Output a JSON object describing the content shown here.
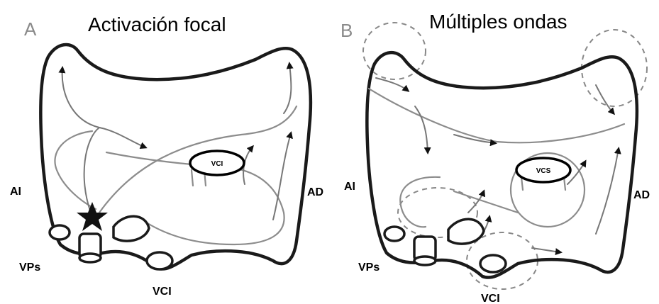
{
  "panels": [
    {
      "letter": "A",
      "title": "Activación focal",
      "labels": {
        "left": "AI",
        "right": "AD",
        "pulmonary_veins": "VPs",
        "inferior_vc": "VCI"
      },
      "oval_label": "VCI"
    },
    {
      "letter": "B",
      "title": "Múltiples ondas",
      "labels": {
        "left": "AI",
        "right": "AD",
        "pulmonary_veins": "VPs",
        "inferior_vc": "VCI"
      },
      "oval_label": "VCS"
    }
  ]
}
